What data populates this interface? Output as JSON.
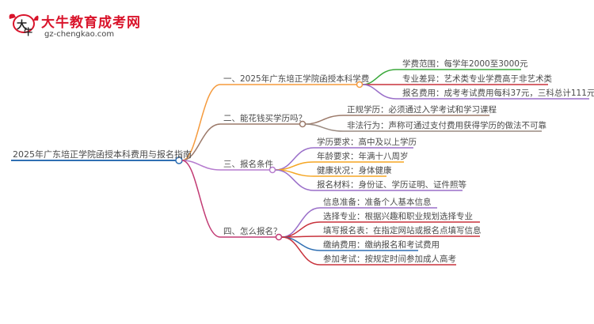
{
  "brand": {
    "name": "大牛教育成考网",
    "url": "gz-chengkao.com",
    "logo_text": "大牛"
  },
  "mindmap": {
    "root": "2025年广东培正学院函授本科费用与报名指南",
    "branches": [
      {
        "label": "一、2025年广东培正学院函授本科学费",
        "children": [
          "学费范围：每学年2000至3000元",
          "专业差异：艺术类专业学费高于非艺术类",
          "报名费用：成考考试费用每科37元，三科总计111元"
        ]
      },
      {
        "label": "二、能花钱买学历吗？",
        "children": [
          "正规学历：必须通过入学考试和学习课程",
          "非法行为：声称可通过支付费用获得学历的做法不可靠"
        ]
      },
      {
        "label": "三、报名条件",
        "children": [
          "学历要求：高中及以上学历",
          "年龄要求：年满十八周岁",
          "健康状况：身体健康",
          "报名材料：身份证、学历证明、证件照等"
        ]
      },
      {
        "label": "四、怎么报名？",
        "children": [
          "信息准备：准备个人基本信息",
          "选择专业：根据兴趣和职业规划选择专业",
          "填写报名表：在指定网站或报名点填写信息",
          "缴纳费用：缴纳报名和考试费用",
          "参加考试：按规定时间参加成人高考"
        ]
      }
    ],
    "colors": {
      "root_line": "#2f6fb3",
      "branch1": "#f59a3c",
      "branch2": "#9c7a6a",
      "branch3": "#b67ccf",
      "branch4": "#c23b74",
      "leaf_green": "#3aa83a",
      "leaf_red": "#c8323c",
      "leaf_purple": "#9a6fc9",
      "leaf_orange": "#f5a623",
      "leaf_blue": "#2f6fb3",
      "leaf_gray": "#9a8a80"
    }
  }
}
